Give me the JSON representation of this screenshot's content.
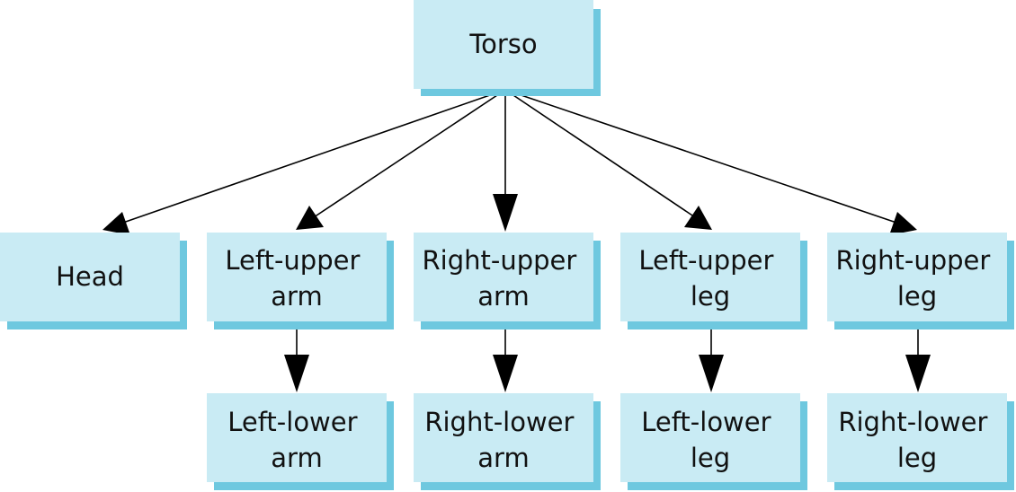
{
  "nodes": {
    "torso": {
      "lines": [
        "Torso"
      ]
    },
    "head": {
      "lines": [
        "Head"
      ]
    },
    "left_upper_arm": {
      "lines": [
        "Left-upper",
        "arm"
      ]
    },
    "right_upper_arm": {
      "lines": [
        "Right-upper",
        "arm"
      ]
    },
    "left_upper_leg": {
      "lines": [
        "Left-upper",
        "leg"
      ]
    },
    "right_upper_leg": {
      "lines": [
        "Right-upper",
        "leg"
      ]
    },
    "left_lower_arm": {
      "lines": [
        "Left-lower",
        "arm"
      ]
    },
    "right_lower_arm": {
      "lines": [
        "Right-lower",
        "arm"
      ]
    },
    "left_lower_leg": {
      "lines": [
        "Left-lower",
        "leg"
      ]
    },
    "right_lower_leg": {
      "lines": [
        "Right-lower",
        "leg"
      ]
    }
  },
  "edges": [
    [
      "torso",
      "head"
    ],
    [
      "torso",
      "left_upper_arm"
    ],
    [
      "torso",
      "right_upper_arm"
    ],
    [
      "torso",
      "left_upper_leg"
    ],
    [
      "torso",
      "right_upper_leg"
    ],
    [
      "left_upper_arm",
      "left_lower_arm"
    ],
    [
      "right_upper_arm",
      "right_lower_arm"
    ],
    [
      "left_upper_leg",
      "left_lower_leg"
    ],
    [
      "right_upper_leg",
      "right_lower_leg"
    ]
  ],
  "colors": {
    "box_fill": "#c9ebf4",
    "box_shadow": "#6ec8df",
    "edge": "#000000",
    "text": "#111111"
  }
}
